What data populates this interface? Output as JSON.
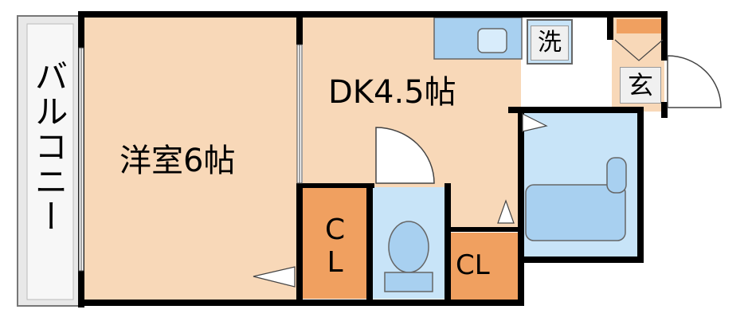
{
  "floorplan": {
    "balcony_label": "バルコニー",
    "western_room_label": "洋室6帖",
    "dk_label": "DK4.5帖",
    "laundry_label": "洗",
    "entrance_label": "玄",
    "closet_left_label": "C\nL",
    "closet_right_label": "CL"
  },
  "colors": {
    "wall": "#000000",
    "floor": "#f8d8b8",
    "closet": "#f0a060",
    "wet_area": "#c8e4f8",
    "fixture": "#a8d0f0",
    "balcony": "#e8e8e8"
  }
}
